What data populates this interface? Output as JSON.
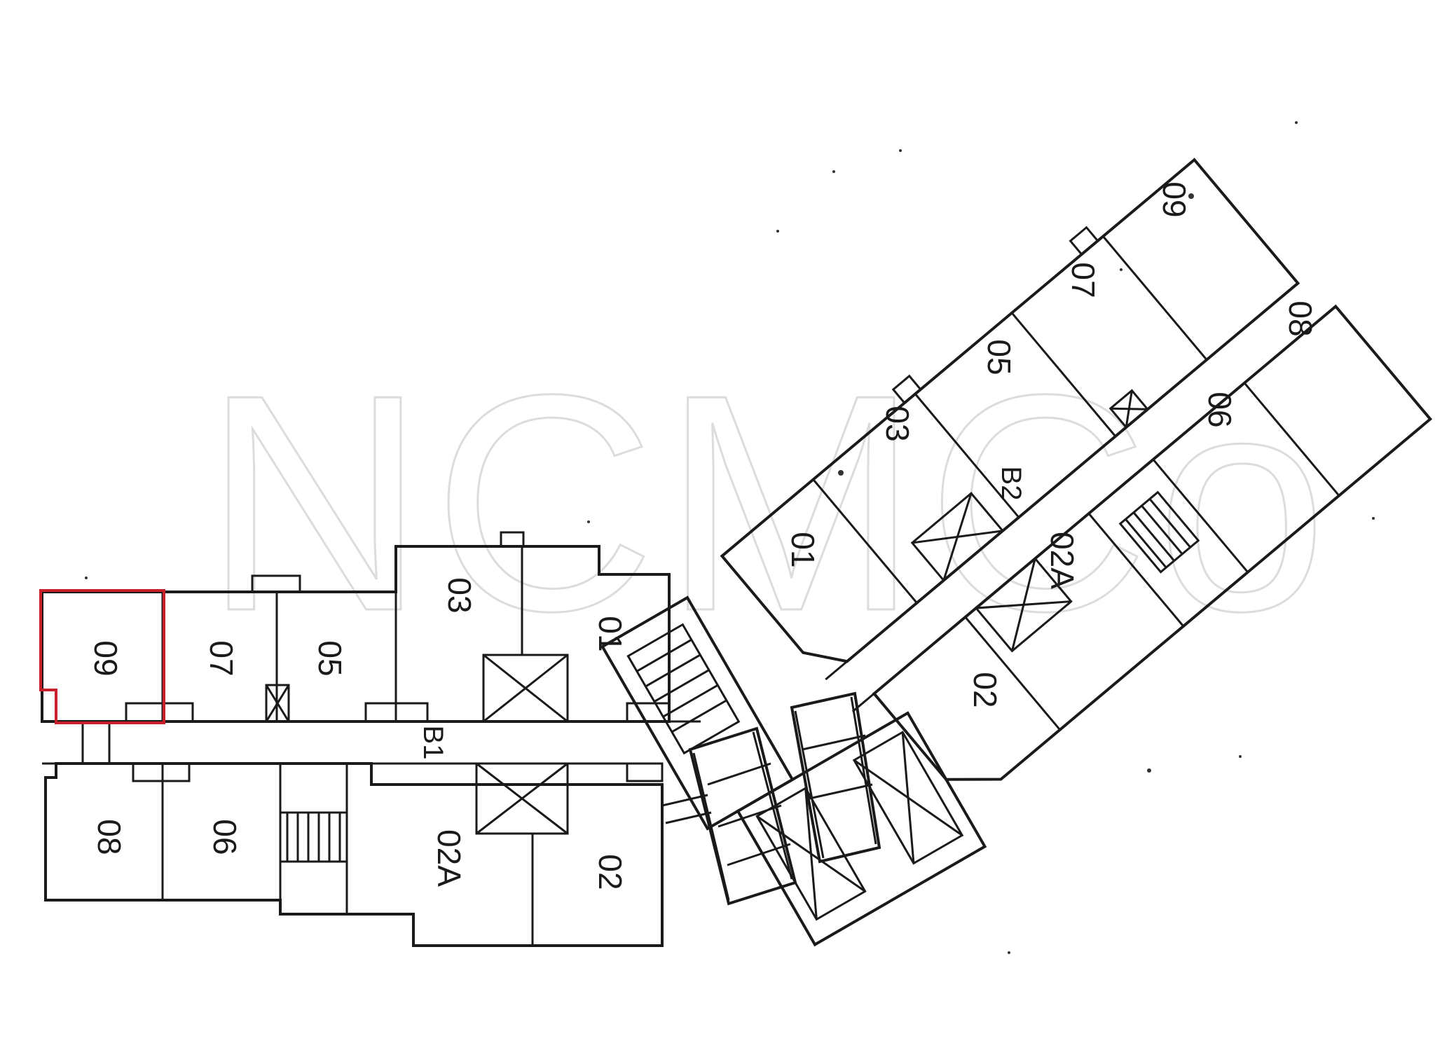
{
  "watermark": "NCMCo",
  "colors": {
    "line": "#1a1a1a",
    "highlight": "#c8202a",
    "watermark": "#dcdcdc"
  },
  "wing_b1": {
    "label": "B1",
    "rooms_north": [
      "09",
      "07",
      "05",
      "03",
      "01"
    ],
    "rooms_south": [
      "08",
      "06",
      "02A",
      "02"
    ],
    "highlighted_room": "09"
  },
  "wing_b2": {
    "label": "B2",
    "rooms_north": [
      "09",
      "07",
      "05",
      "03",
      "01"
    ],
    "rooms_south": [
      "08",
      "06",
      "02A",
      "02"
    ]
  }
}
